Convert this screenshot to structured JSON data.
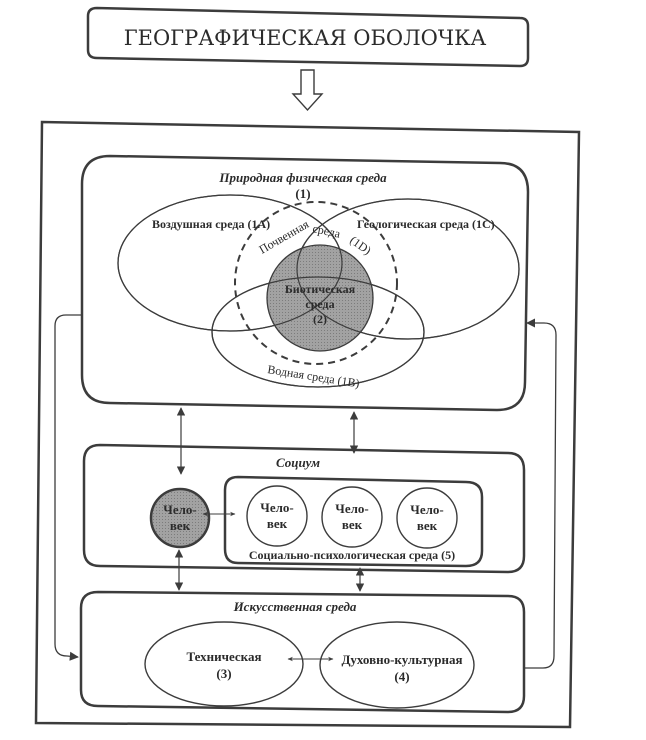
{
  "header": {
    "title": "ГЕОГРАФИЧЕСКАЯ ОБОЛОЧКА"
  },
  "natural": {
    "title": "Природная физическая среда",
    "number": "(1)",
    "air": "Воздушная среда (1А)",
    "geo": "Геологическая среда (1С)",
    "soil_a": "Почвенная",
    "soil_b": "среда",
    "soil_c": "(1D)",
    "water": "Водная среда (1В)",
    "biotic_a": "Биотическая",
    "biotic_b": "среда",
    "biotic_c": "(2)"
  },
  "society": {
    "title": "Социум",
    "main_person_a": "Чело-",
    "main_person_b": "век",
    "people": [
      {
        "a": "Чело-",
        "b": "век"
      },
      {
        "a": "Чело-",
        "b": "век"
      },
      {
        "a": "Чело-",
        "b": "век"
      }
    ],
    "social_env": "Социально-психологическая среда (5)"
  },
  "artificial": {
    "title": "Искусственная среда",
    "technical_a": "Техническая",
    "technical_b": "(3)",
    "cultural_a": "Духовно-культурная",
    "cultural_b": "(4)"
  },
  "colors": {
    "biotic_fill": "#9a9a9a",
    "person_fill": "#8e8e8e",
    "stroke": "#3c3c3c"
  }
}
